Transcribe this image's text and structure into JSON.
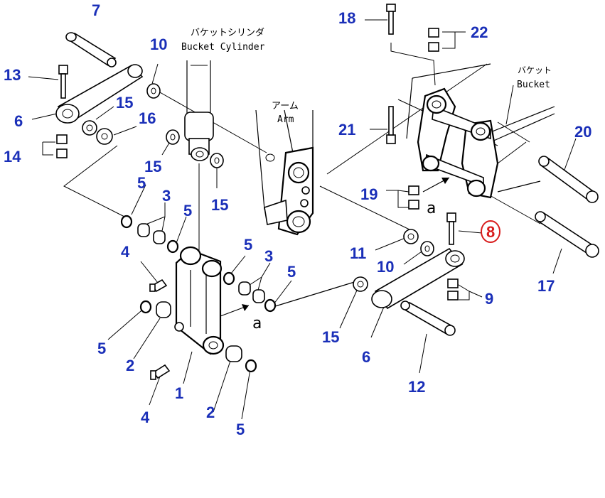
{
  "labels": {
    "bucket_cylinder_jp": "バケットシリンダ",
    "bucket_cylinder_en": "Bucket Cylinder",
    "arm_jp": "アーム",
    "arm_en": "Arm",
    "bucket_jp": "バケット",
    "bucket_en": "Bucket",
    "ref_a": "a"
  },
  "callouts": {
    "c1": "1",
    "c2a": "2",
    "c2b": "2",
    "c3a": "3",
    "c3b": "3",
    "c4a": "4",
    "c4b": "4",
    "c5a": "5",
    "c5b": "5",
    "c5c": "5",
    "c5d": "5",
    "c5e": "5",
    "c5f": "5",
    "c6a": "6",
    "c6b": "6",
    "c7": "7",
    "c8": "8",
    "c9": "9",
    "c10a": "10",
    "c10b": "10",
    "c11": "11",
    "c12": "12",
    "c13": "13",
    "c14": "14",
    "c15a": "15",
    "c15b": "15",
    "c15c": "15",
    "c15d": "15",
    "c16": "16",
    "c17": "17",
    "c18": "18",
    "c19": "19",
    "c20": "20",
    "c21": "21",
    "c22": "22"
  },
  "highlight": {
    "part": "8",
    "color": "#d81c1c"
  },
  "colors": {
    "callout": "#1a2fb8",
    "line": "#000000"
  }
}
